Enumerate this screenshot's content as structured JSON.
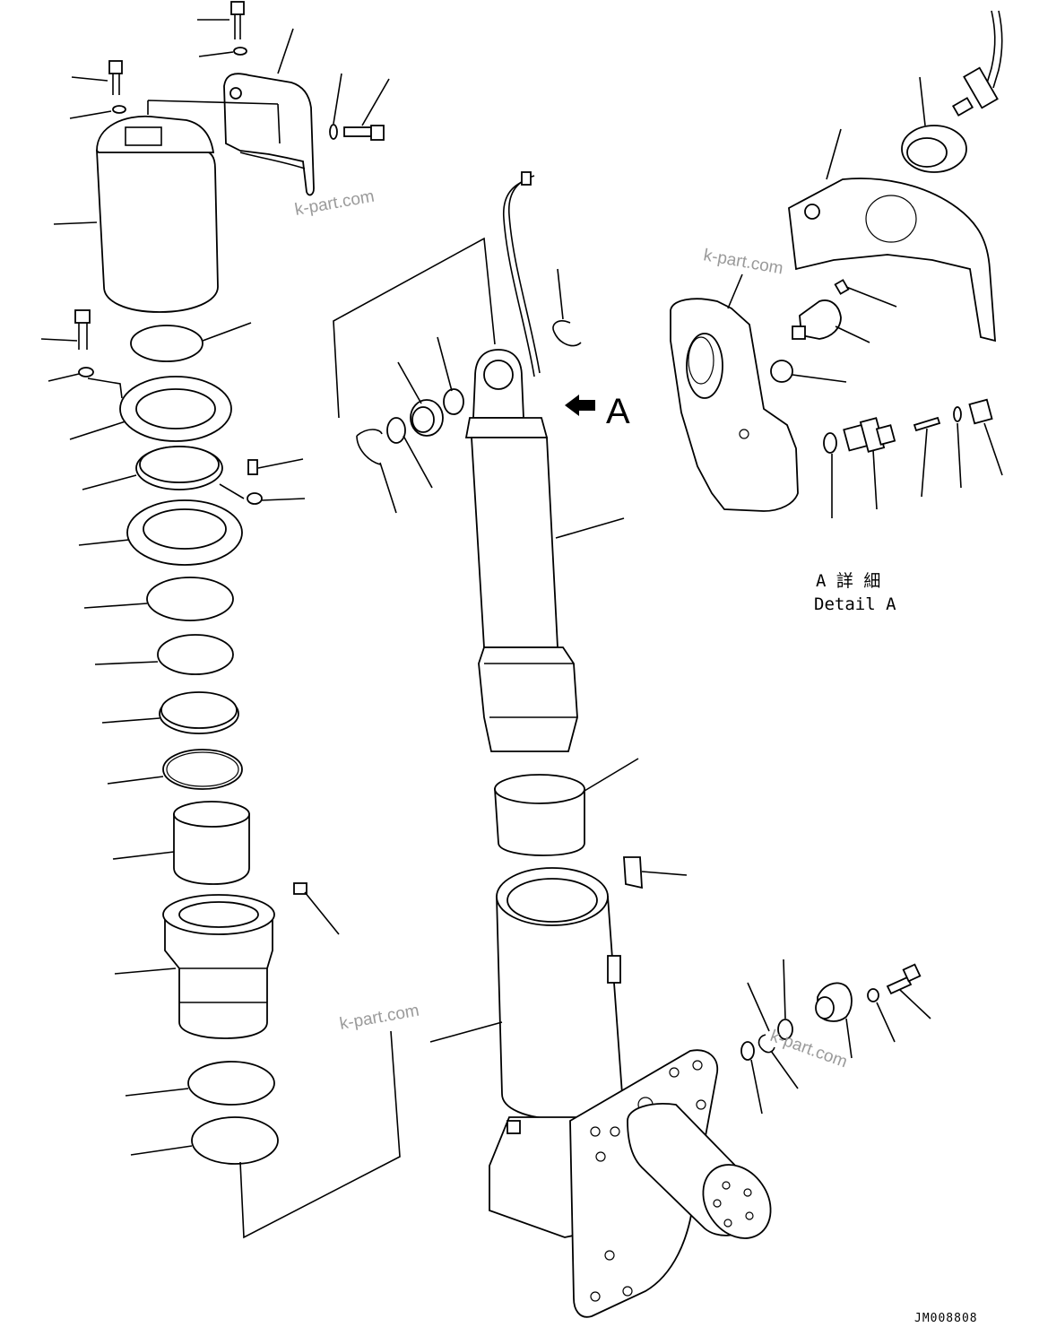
{
  "view_label": "A",
  "detail_caption": {
    "jp": "A 詳 細",
    "en": "Detail A"
  },
  "drawing_code": "JM008808",
  "watermark": "k-part.com"
}
